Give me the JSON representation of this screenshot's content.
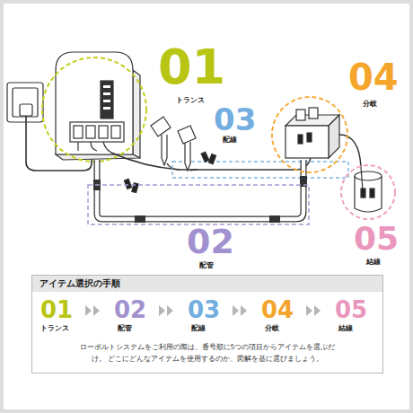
{
  "diagram": {
    "nodes": [
      {
        "text": [
          "アイテム選択の手順",
          "ローボルトシステムをご利用の際は、番号順に5つの項目からアイテムを選ぶだけ。 どこにどんなアイテムを使用するのか、図解を基に選びましょう。"
        ]
      }
    ],
    "labels": [
      "01",
      "トランス",
      "03",
      "配線",
      "04",
      "分岐",
      "02",
      "配管",
      "05",
      "結線",
      "01",
      "トランス",
      "02",
      "配管",
      "03",
      "配線",
      "04",
      "分岐",
      "05",
      "結線"
    ]
  }
}
